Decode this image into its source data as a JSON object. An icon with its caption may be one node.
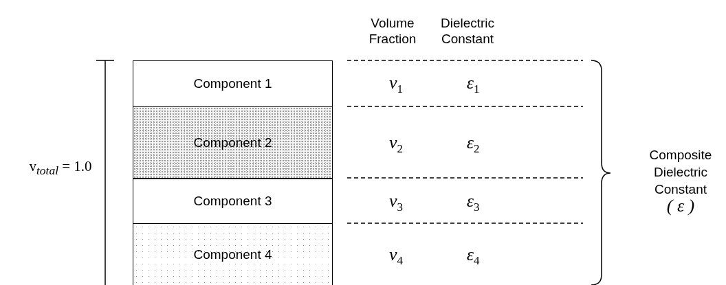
{
  "diagram": {
    "nodes": [
      {
        "text": [
          "Component 1"
        ]
      },
      {
        "text": [
          "Component 2"
        ]
      },
      {
        "text": [
          "Component 3"
        ]
      },
      {
        "text": [
          "Component 4"
        ]
      }
    ],
    "labels": [
      "Volume Fraction",
      "Dielectric Constant",
      "v$_{1}$",
      "ε$_{1}$",
      "v$_{total}$ = 1.0",
      "v$_{2}$",
      "ε$_{2}$",
      "Composite Dielectric Constant",
      "v$_{3}$",
      "ε$_{3}$",
      "( ε )",
      "v$_{4}$",
      "ε$_{4}$"
    ]
  }
}
